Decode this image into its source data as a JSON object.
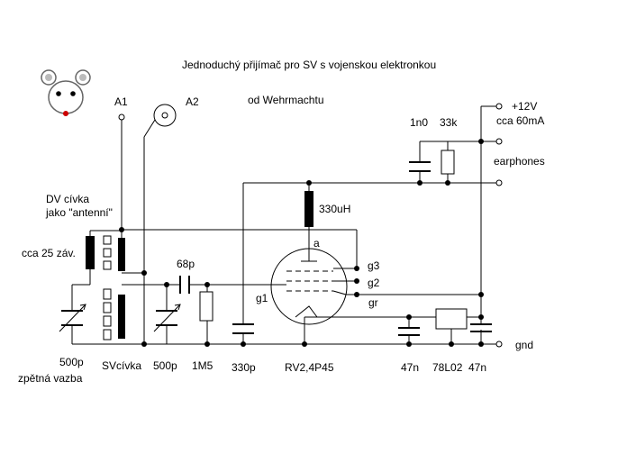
{
  "title": "Jednoduchý přijímač pro SV s vojenskou elektronkou",
  "subtitle": "od Wehrmachtu",
  "colors": {
    "ink": "#000000",
    "background": "#ffffff",
    "mouse_nose": "#cc0000"
  },
  "labels": {
    "a1": "A1",
    "a2": "A2",
    "dv_coil_1": "DV cívka",
    "dv_coil_2": "jako \"antenní\"",
    "turns": "cca 25 záv.",
    "c_feedback": "500p",
    "feedback_1": "zpětná vazba",
    "sv_coil": "SVcívka",
    "c_tune": "500p",
    "c_grid": "68p",
    "r_grid": "1M5",
    "c_bypass": "330p",
    "tube": "RV2,4P45",
    "choke": "330uH",
    "pin_a": "a",
    "pin_g3": "g3",
    "pin_g2": "g2",
    "pin_g1": "g1",
    "pin_gr": "gr",
    "c_phone": "1n0",
    "r_phone": "33k",
    "supply_1": "+12V",
    "supply_2": "cca 60mA",
    "earphones": "earphones",
    "c_reg_in": "47n",
    "regulator": "78L02",
    "c_reg_out": "47n",
    "gnd": "gnd"
  },
  "icons": {
    "logo": "mouse-logo-icon"
  }
}
